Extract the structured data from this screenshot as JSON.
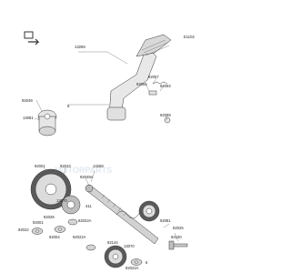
{
  "diagram_code": "E1102",
  "watermark": "MOTORPARTS",
  "callouts": [
    "13269",
    "92049",
    "13081",
    "6",
    "92057",
    "92093",
    "92055",
    "92099",
    "92001",
    "92043",
    "13268",
    "92049A",
    "13070",
    "92022A",
    "92081",
    "92026",
    "92001",
    "411",
    "92004",
    "92022A",
    "92022",
    "92144",
    "13070",
    "92022A",
    "92100",
    "92025",
    "6"
  ],
  "colors": {
    "line": "#333333",
    "part_fill": "#e8e8e8",
    "dark": "#444444"
  },
  "icons": {
    "orientation": "orientation-arrow-icon"
  }
}
